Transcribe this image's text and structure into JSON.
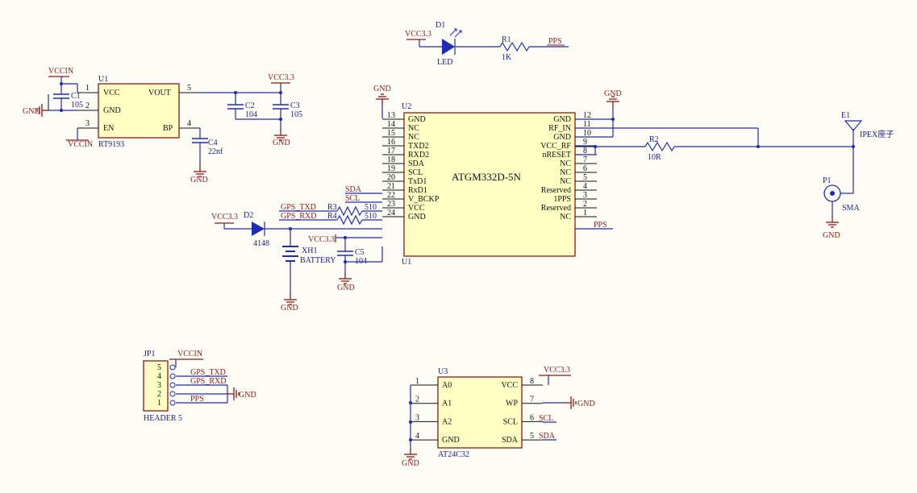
{
  "power": {
    "vccin_u1": "VCCIN",
    "vccin_en": "VCCIN",
    "vcc33_c3": "VCC3.3",
    "vcc33_d1": "VCC3.3",
    "vcc33_d2": "VCC3.3",
    "vcc33_u2": "VCC3.3",
    "vccin_jp1": "VCCIN",
    "vcc33_u3": "VCC3.3",
    "gnd_c1": "GND",
    "gnd_c4": "GND",
    "gnd_c3": "GND",
    "gnd_u2": "GND",
    "gnd_rf": "GND",
    "gnd_p1": "GND",
    "gnd_bat": "GND",
    "gnd_c5": "GND",
    "gnd_jp1": "GND",
    "gnd_wp": "GND",
    "gnd_u3": "GND"
  },
  "nets": {
    "pps_r1": "PPS",
    "pps_u2": "PPS",
    "pps_jp1": "PPS",
    "sda_u2": "SDA",
    "scl_u2": "SCL",
    "gps_txd_u2": "GPS_TXD",
    "gps_rxd_u2": "GPS_RXD",
    "gps_txd_jp1": "GPS_TXD",
    "gps_rxd_jp1": "GPS_RXD",
    "scl_u3": "SCL",
    "sda_u3": "SDA"
  },
  "u1": {
    "designator": "U1",
    "part": "RT9193",
    "pins": [
      {
        "num": "1",
        "name": "VCC"
      },
      {
        "num": "2",
        "name": "GND"
      },
      {
        "num": "3",
        "name": "EN"
      },
      {
        "num": "5",
        "name": "VOUT"
      },
      {
        "num": "4",
        "name": "BP"
      }
    ]
  },
  "caps": {
    "c1": {
      "designator": "C1",
      "value": "105"
    },
    "c2": {
      "designator": "C2",
      "value": "104"
    },
    "c3": {
      "designator": "C3",
      "value": "105"
    },
    "c4": {
      "designator": "C4",
      "value": "22nf"
    },
    "c5": {
      "designator": "C5",
      "value": "104"
    }
  },
  "d1": {
    "designator": "D1",
    "value": "LED"
  },
  "r1": {
    "designator": "R1",
    "value": "1K"
  },
  "r2": {
    "designator": "R2",
    "value": "10R"
  },
  "r3": {
    "designator": "R3",
    "value": "510"
  },
  "r4": {
    "designator": "R4",
    "value": "510"
  },
  "d2": {
    "designator": "D2",
    "value": "4148"
  },
  "battery": {
    "designator": "XH1",
    "value": "BATTERY"
  },
  "u2": {
    "designator_top": "U2",
    "designator_bottom": "U1",
    "part": "ATGM332D-5N",
    "left_pins": [
      {
        "num": "13",
        "name": "GND"
      },
      {
        "num": "14",
        "name": "NC"
      },
      {
        "num": "15",
        "name": "NC"
      },
      {
        "num": "16",
        "name": "TXD2"
      },
      {
        "num": "17",
        "name": "RXD2"
      },
      {
        "num": "18",
        "name": "SDA"
      },
      {
        "num": "19",
        "name": "SCL"
      },
      {
        "num": "20",
        "name": "TxD1"
      },
      {
        "num": "21",
        "name": "RxD1"
      },
      {
        "num": "22",
        "name": "V_BCKP"
      },
      {
        "num": "23",
        "name": "VCC"
      },
      {
        "num": "24",
        "name": "GND"
      }
    ],
    "right_pins": [
      {
        "num": "12",
        "name": "GND"
      },
      {
        "num": "11",
        "name": "RF_IN"
      },
      {
        "num": "10",
        "name": "GND"
      },
      {
        "num": "9",
        "name": "VCC_RF"
      },
      {
        "num": "8",
        "name": "nRESET"
      },
      {
        "num": "7",
        "name": "NC"
      },
      {
        "num": "6",
        "name": "NC"
      },
      {
        "num": "5",
        "name": "NC"
      },
      {
        "num": "4",
        "name": "Reserved"
      },
      {
        "num": "3",
        "name": "1PPS"
      },
      {
        "num": "2",
        "name": "Reserved"
      },
      {
        "num": "1",
        "name": "NC"
      }
    ]
  },
  "e1": {
    "designator": "E1",
    "value": "IPEX座子"
  },
  "p1": {
    "designator": "P1",
    "value": "SMA"
  },
  "jp1": {
    "designator": "JP1",
    "part": "HEADER 5",
    "pins": [
      "5",
      "4",
      "3",
      "2",
      "1"
    ]
  },
  "u3": {
    "designator": "U3",
    "part": "AT24C32",
    "left_pins": [
      {
        "num": "1",
        "name": "A0"
      },
      {
        "num": "2",
        "name": "A1"
      },
      {
        "num": "3",
        "name": "A2"
      },
      {
        "num": "4",
        "name": "GND"
      }
    ],
    "right_pins": [
      {
        "num": "8",
        "name": "VCC"
      },
      {
        "num": "7",
        "name": "WP"
      },
      {
        "num": "6",
        "name": "SCL"
      },
      {
        "num": "5",
        "name": "SDA"
      }
    ]
  }
}
